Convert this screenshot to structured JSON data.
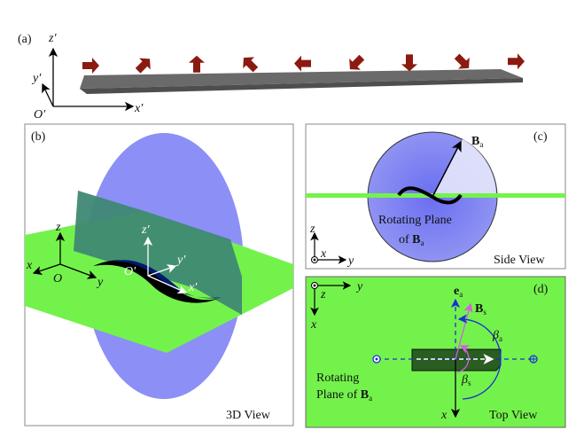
{
  "panels": {
    "a": {
      "tag": "(a)",
      "axes": {
        "z": "z′",
        "y": "y′",
        "x": "x′",
        "origin": "O′"
      },
      "arrow_color": "#8b1a10",
      "rod_color": "#5c5c5c",
      "field_arrow_angles_deg": [
        0,
        45,
        90,
        135,
        180,
        225,
        270,
        315,
        360
      ]
    },
    "b": {
      "tag": "(b)",
      "caption": "3D View",
      "global_axes": {
        "z": "z",
        "x": "x",
        "y": "y",
        "origin": "O"
      },
      "body_axes": {
        "z": "z′",
        "y": "y′",
        "x": "x′",
        "origin": "O′"
      },
      "plane_color": "#74f24c",
      "disk_color": "#8c8ff5",
      "overlap_color": "#3f8873"
    },
    "c": {
      "tag": "(c)",
      "caption": "Side View",
      "field_label": "B",
      "field_sub": "a",
      "disk_text_line1": "Rotating Plane",
      "disk_text_line2": "of ",
      "disk_text_sym": "B",
      "disk_text_sub": "a",
      "axes": {
        "z": "z",
        "x": "x",
        "y": "y"
      }
    },
    "d": {
      "tag": "(d)",
      "caption": "Top View",
      "axes": {
        "y": "y",
        "z": "z",
        "x": "x"
      },
      "ea_label": "e",
      "ea_sub": "a",
      "bs_label": "B",
      "bs_sub": "s",
      "beta_a": "β",
      "beta_a_sub": "a",
      "beta_s": "β",
      "beta_s_sub": "s",
      "x_axis_label": "x",
      "plane_text_line1": "Rotating",
      "plane_text_line2": "Plane of ",
      "plane_text_sym": "B",
      "plane_text_sub": "a"
    }
  }
}
